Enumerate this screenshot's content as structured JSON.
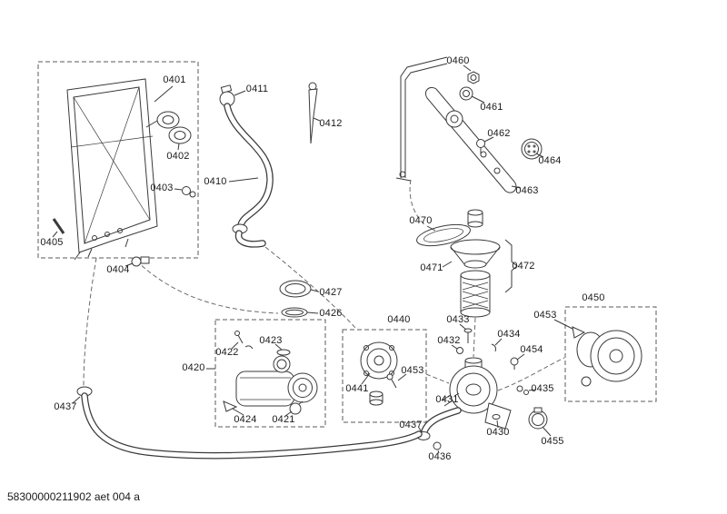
{
  "footer": {
    "drawing_number": "58300000211902 aet 004 a"
  },
  "colors": {
    "line": "#3a3a3a",
    "background": "#ffffff",
    "dashed_box": "#5a5a5a"
  },
  "labels": [
    "0401",
    "0411",
    "0412",
    "0402",
    "0410",
    "0403",
    "0405",
    "0404",
    "0460",
    "0461",
    "0462",
    "0464",
    "0463",
    "0470",
    "0471",
    "0472",
    "0427",
    "0426",
    "0450",
    "0453",
    "0433",
    "0434",
    "0432",
    "0454",
    "0440",
    "0423",
    "0422",
    "0420",
    "0441",
    "0453",
    "0435",
    "0431",
    "0437",
    "0424",
    "0421",
    "0430",
    "0437",
    "0455",
    "0436"
  ]
}
